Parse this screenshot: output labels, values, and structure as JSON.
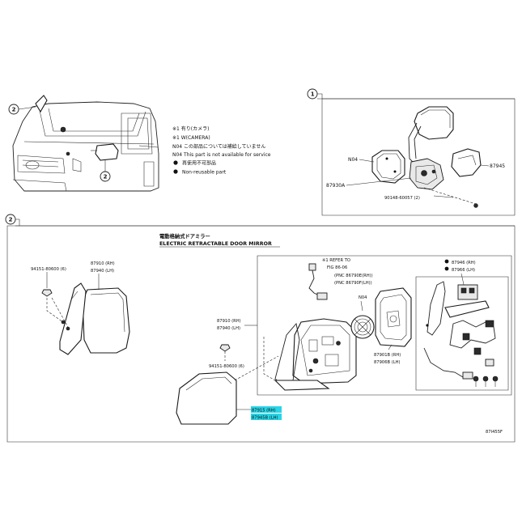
{
  "section_labels": {
    "s1": "1",
    "s2": "2",
    "callout2": "2"
  },
  "legend": {
    "line1": "※1 有り(カメラ)",
    "line2": "※1 W(CAMERA)",
    "line3": "N04 この部品については補給していません",
    "line4": "N04 This part is not available for service",
    "line5": "再使用不可部品",
    "line6": "Non-reusable part"
  },
  "panel1": {
    "n04": "N04",
    "p87945": "87945",
    "p87930A": "87930A",
    "bolt": "90148-60057 (2)"
  },
  "panel2": {
    "title_jp": "電動格納式ドアミラー",
    "title_en": "ELECTRIC RETRACTABLE DOOR MIRROR",
    "left_bolt": "94151-80600 (6)",
    "left_rh": "87910 (RH)",
    "left_lh": "87940 (LH)",
    "refer1": "※1 REFER TO",
    "refer2": "FIG 86-06",
    "refer3": "(PNC 86790E(RH))",
    "refer4": "(PNC 86790F(LH))",
    "n04": "N04",
    "mid_rh": "87910 (RH)",
    "mid_lh": "87940 (LH)",
    "mid_bolt": "94151-80600 (6)",
    "glass_rh": "87901B (RH)",
    "glass_lh": "87906B (LH)",
    "inset_rh": "87946 (RH)",
    "inset_lh": "87966 (LH)",
    "cover_rh": "87915 (RH)",
    "cover_lh": "87945B (LH)"
  },
  "figure_code": "87I455F"
}
